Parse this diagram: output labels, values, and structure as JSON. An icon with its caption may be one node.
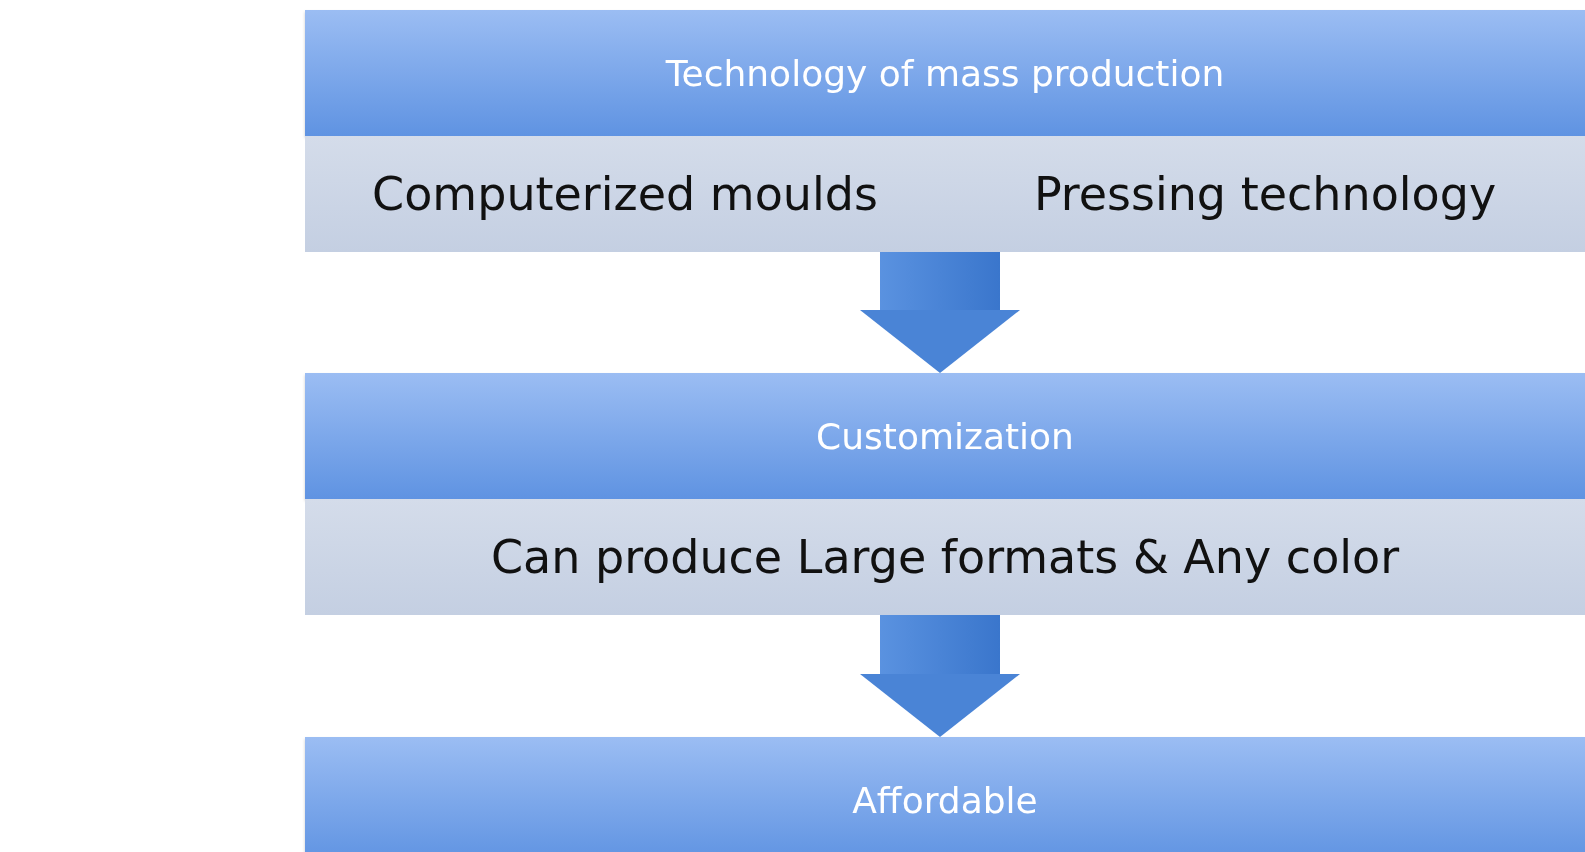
{
  "diagram": {
    "nodes": [
      {
        "text": [
          "Technology of mass production"
        ]
      },
      {
        "text": [
          "Computerized moulds"
        ],
        "in": 0
      },
      {
        "text": [
          "Pressing technology"
        ],
        "in": 0
      },
      {
        "text": [
          "Customization",
          "Can produce Large formats & Any color"
        ]
      },
      {
        "text": [
          "Affordable"
        ]
      }
    ],
    "edges": [
      {
        "from": 0,
        "to": 3,
        "arrow": "to"
      },
      {
        "from": 3,
        "to": 4,
        "arrow": "to"
      }
    ]
  }
}
